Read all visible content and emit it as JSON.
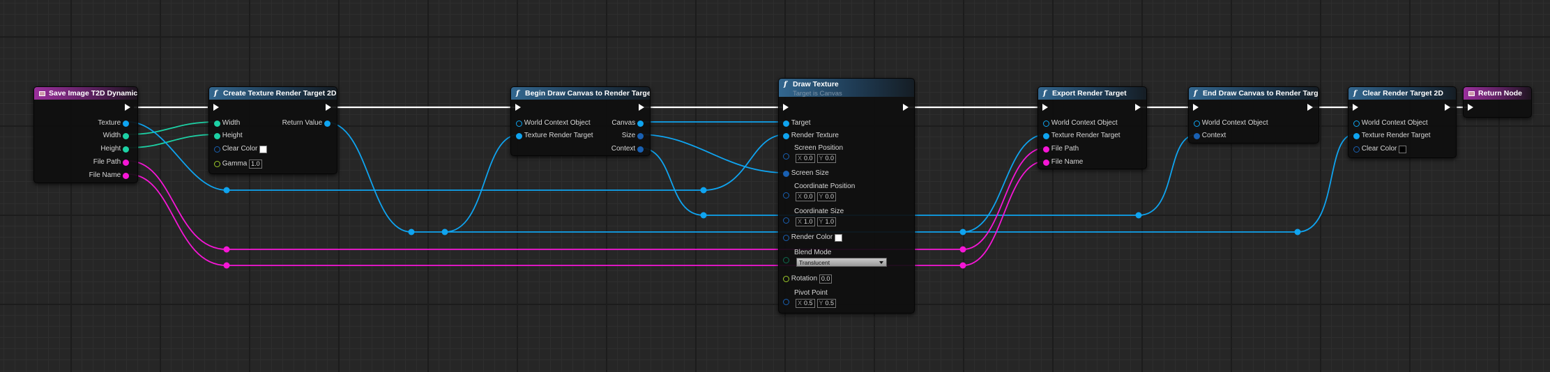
{
  "colors": {
    "exec": "#ffffff",
    "object": "#0fa4f0",
    "integer": "#1dd1a5",
    "string": "#f616d6",
    "float": "#9dcb2a",
    "struct": "#1960b2"
  },
  "nodes": {
    "save_image": {
      "title": "Save Image T2D Dynamic",
      "icon": "event-icon",
      "pins": {
        "texture": "Texture",
        "width": "Width",
        "height": "Height",
        "file_path": "File Path",
        "file_name": "File Name"
      }
    },
    "create_rt": {
      "title": "Create Texture Render Target 2D",
      "icon": "function-icon",
      "pins": {
        "width": "Width",
        "height": "Height",
        "clear_color": "Clear Color",
        "gamma": "Gamma",
        "gamma_value": "1.0",
        "return_value": "Return Value"
      }
    },
    "begin_draw": {
      "title": "Begin Draw Canvas to Render Target",
      "icon": "function-icon",
      "pins": {
        "world_context": "World Context Object",
        "texture_rt": "Texture Render Target",
        "canvas": "Canvas",
        "size": "Size",
        "context": "Context"
      }
    },
    "draw_texture": {
      "title": "Draw Texture",
      "subtitle": "Target is Canvas",
      "icon": "function-icon",
      "pins": {
        "target": "Target",
        "render_texture": "Render Texture",
        "screen_position": "Screen Position",
        "screen_position_x": "0.0",
        "screen_position_y": "0.0",
        "screen_size": "Screen Size",
        "coordinate_position": "Coordinate Position",
        "coordinate_position_x": "0.0",
        "coordinate_position_y": "0.0",
        "coordinate_size": "Coordinate Size",
        "coordinate_size_x": "1.0",
        "coordinate_size_y": "1.0",
        "render_color": "Render Color",
        "blend_mode": "Blend Mode",
        "blend_mode_value": "Translucent",
        "rotation": "Rotation",
        "rotation_value": "0.0",
        "pivot_point": "Pivot Point",
        "pivot_point_x": "0.5",
        "pivot_point_y": "0.5",
        "axis_x": "X",
        "axis_y": "Y"
      }
    },
    "export_rt": {
      "title": "Export Render Target",
      "icon": "function-icon",
      "pins": {
        "world_context": "World Context Object",
        "texture_rt": "Texture Render Target",
        "file_path": "File Path",
        "file_name": "File Name"
      }
    },
    "end_draw": {
      "title": "End Draw Canvas to Render Target",
      "icon": "function-icon",
      "pins": {
        "world_context": "World Context Object",
        "context": "Context"
      }
    },
    "clear_rt": {
      "title": "Clear Render Target 2D",
      "icon": "function-icon",
      "pins": {
        "world_context": "World Context Object",
        "texture_rt": "Texture Render Target",
        "clear_color": "Clear Color"
      }
    },
    "return_node": {
      "title": "Return Node",
      "icon": "event-icon"
    }
  }
}
